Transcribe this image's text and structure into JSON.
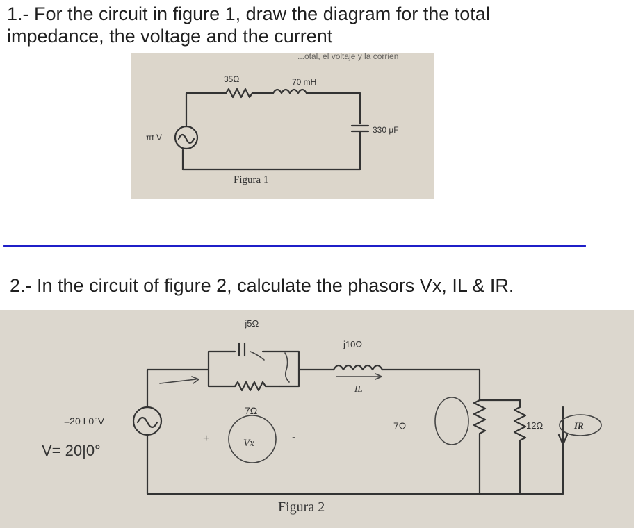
{
  "question1": {
    "line1": "1.- For the circuit in figure 1, draw the diagram for the total",
    "line2": "impedance, the voltage and the current"
  },
  "figure1": {
    "header_fragment": "...otal, el voltaje y la corrien",
    "resistor_label": "35Ω",
    "inductor_label": "70 mH",
    "capacitor_label": "330 µF",
    "source_label": "πt V",
    "caption": "Figura 1"
  },
  "question2": {
    "text": "2.- In the circuit of figure 2, calculate the phasors Vx, IL & IR."
  },
  "figure2": {
    "capacitor_label": "-j5Ω",
    "inductor_label": "j10Ω",
    "il_label": "IL",
    "r_bridge_label": "7Ω",
    "vx_label": "Vx",
    "plus_sign": "+",
    "minus_sign": "-",
    "source_label": "=20 L0°V",
    "handwritten_source": "V= 20|0°",
    "r_middle_label": "7Ω",
    "r_right_label": "12Ω",
    "ir_label": "IR",
    "caption": "Figura 2"
  },
  "colors": {
    "divider": "#1f1fc8",
    "photo_bg": "#dcd6cb",
    "ink": "#333333"
  }
}
